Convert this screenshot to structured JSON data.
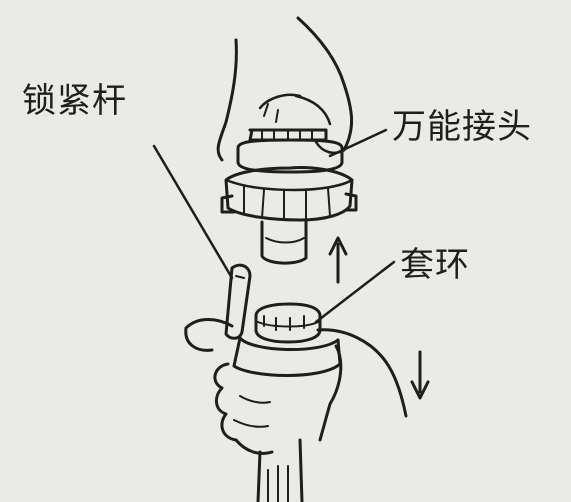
{
  "labels": {
    "lock_lever": "锁紧杆",
    "universal_adapter": "万能接头",
    "collar": "套环"
  },
  "colors": {
    "background": "#eaeae7",
    "ink": "#1e1e1e"
  },
  "icons": {
    "up_arrow": "arrow-up-icon",
    "down_arrow": "arrow-down-icon"
  }
}
